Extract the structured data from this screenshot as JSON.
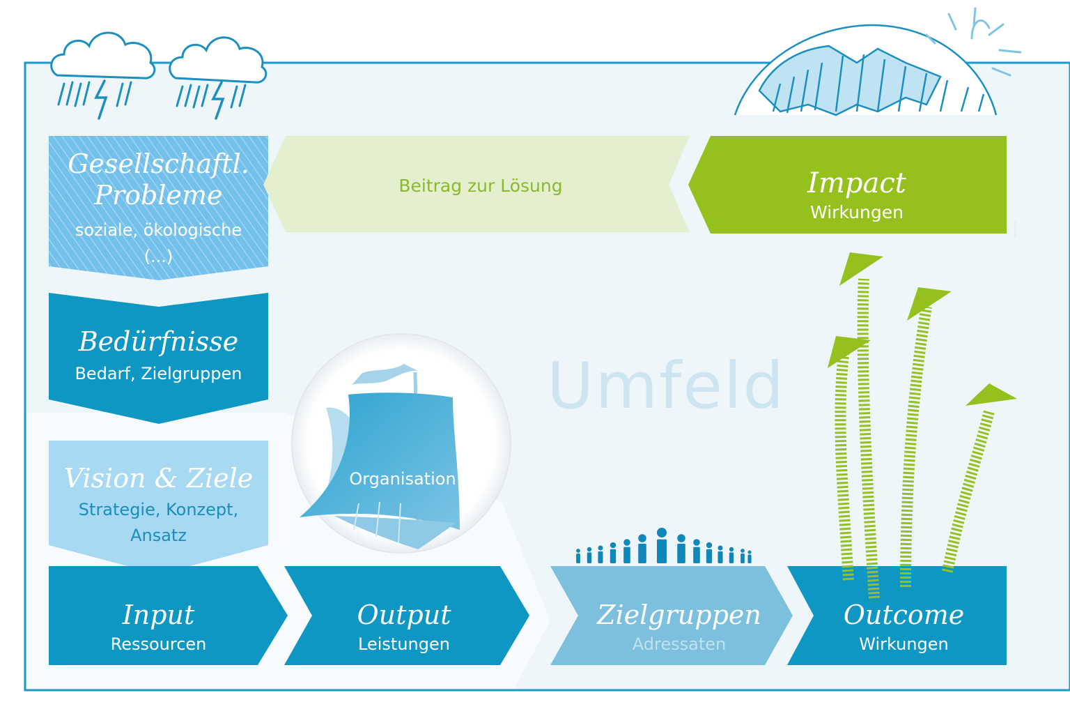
{
  "diagram": {
    "problems": {
      "title_line1": "Gesellschaftl.",
      "title_line2": "Probleme",
      "sub_line1": "soziale, ökologische",
      "sub_line2": "(...)"
    },
    "needs": {
      "title": "Bedürfnisse",
      "sub": "Bedarf, Zielgruppen"
    },
    "vision": {
      "title": "Vision & Ziele",
      "sub_line1": "Strategie, Konzept,",
      "sub_line2": "Ansatz"
    },
    "organisation": {
      "label": "Organisation"
    },
    "contribution": {
      "label": "Beitrag zur Lösung"
    },
    "impact": {
      "title": "Impact",
      "sub": "Wirkungen"
    },
    "environment": {
      "label": "Umfeld"
    },
    "input": {
      "title": "Input",
      "sub": "Ressourcen"
    },
    "output": {
      "title": "Output",
      "sub": "Leistungen"
    },
    "target_groups": {
      "title": "Zielgruppen",
      "sub": "Adressaten"
    },
    "outcome": {
      "title": "Outcome",
      "sub": "Wirkungen"
    }
  },
  "colors": {
    "dark_blue": "#0f97c4",
    "mid_blue": "#7dc0de",
    "light_blue": "#a7d9f3",
    "problem_blue": "#6fbde8",
    "green": "#95c11f",
    "light_green": "#e4efd0",
    "background": "#eef6fa",
    "frame": "#1a9bc7"
  },
  "icons": [
    "rain-cloud-icon",
    "globe-icon",
    "sun-rays-icon",
    "ship-icon",
    "people-icon",
    "impact-arrow-icon"
  ]
}
